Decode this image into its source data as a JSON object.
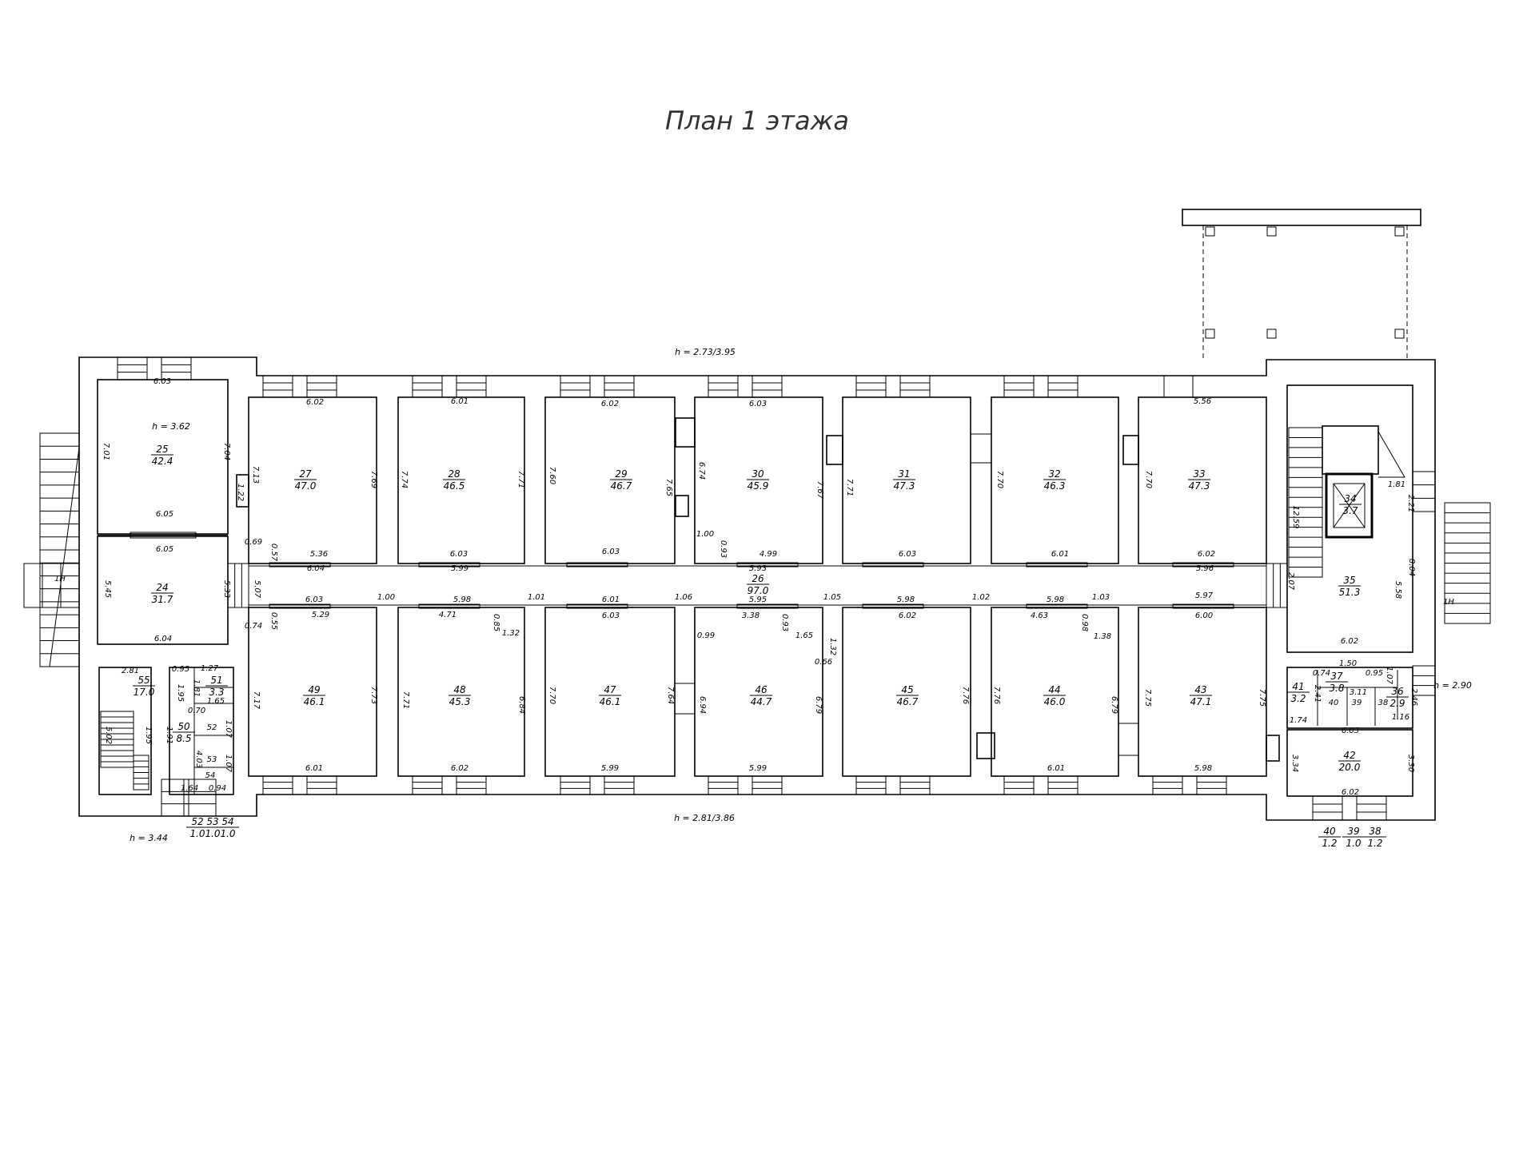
{
  "title": "План 1 этажа",
  "heights": {
    "top": "h = 2.73/3.95",
    "bottom": "h = 2.81/3.86",
    "room25": "h = 3.62",
    "left_wing": "h = 3.44",
    "right_wing": "h = 2.90"
  },
  "entrances": [
    "1Н",
    "1Н"
  ],
  "rooms": [
    {
      "number": "25",
      "area": "42.4"
    },
    {
      "number": "24",
      "area": "31.7"
    },
    {
      "number": "27",
      "area": "47.0"
    },
    {
      "number": "28",
      "area": "46.5"
    },
    {
      "number": "29",
      "area": "46.7"
    },
    {
      "number": "30",
      "area": "45.9"
    },
    {
      "number": "31",
      "area": "47.3"
    },
    {
      "number": "32",
      "area": "46.3"
    },
    {
      "number": "33",
      "area": "47.3"
    },
    {
      "number": "34",
      "area": "3.7"
    },
    {
      "number": "35",
      "area": "51.3"
    },
    {
      "number": "26",
      "area": "97.0"
    },
    {
      "number": "49",
      "area": "46.1"
    },
    {
      "number": "48",
      "area": "45.3"
    },
    {
      "number": "47",
      "area": "46.1"
    },
    {
      "number": "46",
      "area": "44.7"
    },
    {
      "number": "45",
      "area": "46.7"
    },
    {
      "number": "44",
      "area": "46.0"
    },
    {
      "number": "43",
      "area": "47.1"
    },
    {
      "number": "55",
      "area": "17.0"
    },
    {
      "number": "51",
      "area": "3.3"
    },
    {
      "number": "50",
      "area": "8.5"
    },
    {
      "number": "37",
      "area": "3.8"
    },
    {
      "number": "41",
      "area": "3.2"
    },
    {
      "number": "36",
      "area": "2.9"
    },
    {
      "number": "42",
      "area": "20.0"
    },
    {
      "number": "52",
      "area": "1.0"
    },
    {
      "number": "53",
      "area": "1.0"
    },
    {
      "number": "54",
      "area": "1.0"
    },
    {
      "number": "40",
      "area": "1.2"
    },
    {
      "number": "39",
      "area": "1.0"
    },
    {
      "number": "38",
      "area": "1.2"
    }
  ],
  "dimensions": [
    "6.03",
    "7.01",
    "7.04",
    "6.05",
    "6.05",
    "5.45",
    "5.33",
    "6.04",
    "5.07",
    "6.02",
    "7.13",
    "1.22",
    "7.69",
    "5.36",
    "6.04",
    "0.69",
    "0.57",
    "6.01",
    "7.74",
    "7.71",
    "6.03",
    "5.99",
    "6.02",
    "7.60",
    "7.65",
    "6.03",
    "6.03",
    "6.74",
    "7.67",
    "1.00",
    "0.93",
    "4.99",
    "5.93",
    "7.71",
    "6.03",
    "7.70",
    "6.01",
    "5.56",
    "7.70",
    "6.02",
    "5.96",
    "1.81",
    "2.21",
    "12.59",
    "8.04",
    "5.58",
    "2.07",
    "6.02",
    "6.03",
    "5.29",
    "1.00",
    "5.98",
    "4.71",
    "0.85",
    "1.32",
    "1.01",
    "6.01",
    "6.03",
    "1.06",
    "5.95",
    "3.38",
    "0.99",
    "0.93",
    "1.65",
    "1.32",
    "0.66",
    "1.05",
    "5.98",
    "6.02",
    "1.02",
    "5.98",
    "4.63",
    "0.98",
    "1.38",
    "1.03",
    "5.97",
    "6.00",
    "0.74",
    "0.55",
    "7.17",
    "7.73",
    "6.01",
    "7.71",
    "6.84",
    "6.02",
    "7.70",
    "7.64",
    "5.99",
    "6.94",
    "6.79",
    "5.99",
    "7.76",
    "7.76",
    "6.79",
    "6.01",
    "7.75",
    "7.75",
    "5.98",
    "1.50",
    "0.74",
    "0.95",
    "2.41",
    "3.11",
    "2.46",
    "1.16",
    "6.03",
    "3.34",
    "3.30",
    "6.02",
    "1.74",
    "1.07",
    "2.81",
    "0.95",
    "1.27",
    "1.65",
    "0.70",
    "1.07",
    "4.03",
    "1.07",
    "1.64",
    "0.94",
    "5.02",
    "1.95",
    "1.81",
    "1.91",
    "1.95",
    "52",
    "53",
    "54",
    "40",
    "39",
    "38"
  ]
}
